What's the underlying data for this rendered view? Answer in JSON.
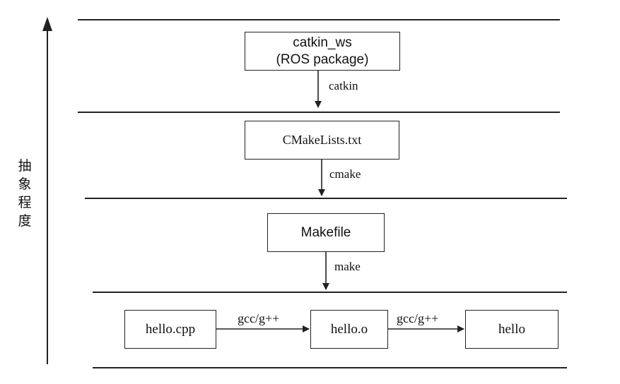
{
  "axis": {
    "label_chars": [
      "抽",
      "象",
      "程",
      "度"
    ]
  },
  "boxes": {
    "catkin_ws": {
      "line1": "catkin_ws",
      "line2": "(ROS package)"
    },
    "cmakelists": {
      "label": "CMakeLists.txt"
    },
    "makefile": {
      "label": "Makefile"
    },
    "hello_cpp": {
      "label": "hello.cpp"
    },
    "hello_o": {
      "label": "hello.o"
    },
    "hello": {
      "label": "hello"
    }
  },
  "edges": {
    "catkin": "catkin",
    "cmake": "cmake",
    "make": "make",
    "gcc_1": "gcc/g++",
    "gcc_2": "gcc/g++"
  },
  "colors": {
    "line": "#222222",
    "background": "#ffffff"
  }
}
